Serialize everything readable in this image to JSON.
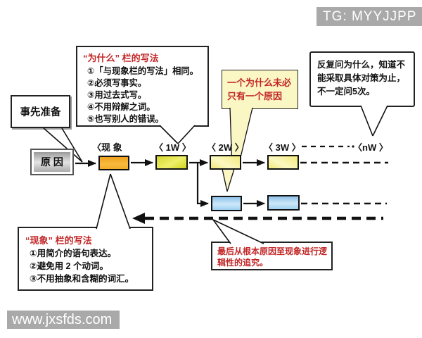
{
  "badge": {
    "text": "TG: MYYJJPP"
  },
  "watermark": {
    "text": "www.jxsfds.com"
  },
  "diagram": {
    "prep_label": "事先准备",
    "cause_label": "原 因",
    "stage_labels": {
      "phenomenon": "〈现  象",
      "w1": "〈 1W 〉",
      "w2": "〈 2W 〉",
      "w3": "〈 3W 〉",
      "wn": "〈nW 〉"
    },
    "callouts": {
      "why_rules": {
        "title": "“为什么” 栏的写法",
        "items": [
          "①「与现象栏的写法」相同。",
          "②必须写事实。",
          "③用过去式写。",
          "④不用辩解之词。",
          "⑤也写别人的错误。"
        ]
      },
      "one_why": {
        "lines": [
          "一个为什么未必",
          "只有一个原因"
        ]
      },
      "repeat_why": {
        "lines": [
          "反复问为什么，知道不",
          "能采取具体对策为止，",
          "不一定问5次。"
        ]
      },
      "phenomenon_rules": {
        "title": "“现象” 栏的写法",
        "items": [
          "①用简介的语句表达。",
          "②避免用 2 个动词。",
          "③不用抽象和含糊的词汇。"
        ]
      },
      "logic_trace": {
        "lines": [
          "最后从根本原因至现象进行逻",
          "辑性的追究。"
        ]
      }
    },
    "colors": {
      "phenomenon_box": "#f5ad2d",
      "w1_box": "#e3e23a",
      "w_upper_boxes": "#f8f3a0",
      "w_lower_boxes": "#a8d2f0",
      "one_why_callout_bg": "#fbf7c4",
      "red_text": "#c22525",
      "badge_gray": "#a9a9a9"
    }
  }
}
